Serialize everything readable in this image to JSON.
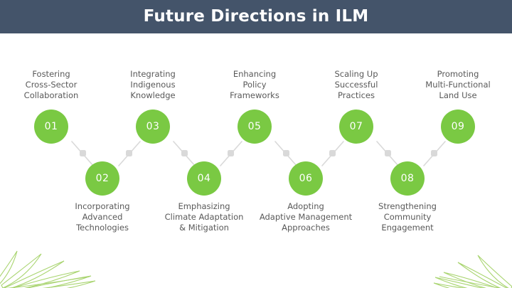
{
  "title": "Future Directions in ILM",
  "colors": {
    "title_bar": "#44546a",
    "title_text": "#ffffff",
    "node_green": "#7ac943",
    "node_number": "#ffffff",
    "label_text": "#595959",
    "connector_line": "#d9d9d9",
    "frond_green": "#8cc63f",
    "background": "#ffffff"
  },
  "decorations": [
    {
      "name": "leaf-frond-bottom-left"
    },
    {
      "name": "leaf-frond-bottom-right"
    }
  ],
  "steps": [
    {
      "number": "01",
      "label": "Fostering\nCross-Sector\nCollaboration",
      "position": "top"
    },
    {
      "number": "02",
      "label": "Incorporating\nAdvanced\nTechnologies",
      "position": "bottom"
    },
    {
      "number": "03",
      "label": "Integrating\nIndigenous\nKnowledge",
      "position": "top"
    },
    {
      "number": "04",
      "label": "Emphasizing\nClimate Adaptation\n& Mitigation",
      "position": "bottom"
    },
    {
      "number": "05",
      "label": "Enhancing\nPolicy\nFrameworks",
      "position": "top"
    },
    {
      "number": "06",
      "label": "Adopting\nAdaptive Management\nApproaches",
      "position": "bottom"
    },
    {
      "number": "07",
      "label": "Scaling Up\nSuccessful\nPractices",
      "position": "top"
    },
    {
      "number": "08",
      "label": "Strengthening\nCommunity\nEngagement",
      "position": "bottom"
    },
    {
      "number": "09",
      "label": "Promoting\nMulti-Functional\nLand Use",
      "position": "top"
    }
  ]
}
